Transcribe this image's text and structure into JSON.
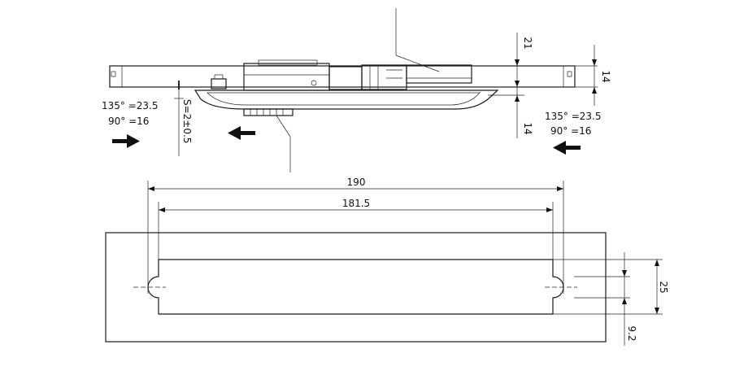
{
  "dimensions": {
    "top_height_right": "14",
    "top_height_upper": "21",
    "bottom_offset_right": "14",
    "angle_left_135": "135° =23.5",
    "angle_left_90": "90° =16",
    "angle_right_135": "135° =23.5",
    "angle_right_90": "90° =16",
    "s_dim": "S=2±0.5",
    "width_outer": "190",
    "width_inner": "181.5",
    "slot_height": "25",
    "bottom_margin": "9.2"
  },
  "colors": {
    "line": "#1a1a1a",
    "background": "#ffffff"
  }
}
